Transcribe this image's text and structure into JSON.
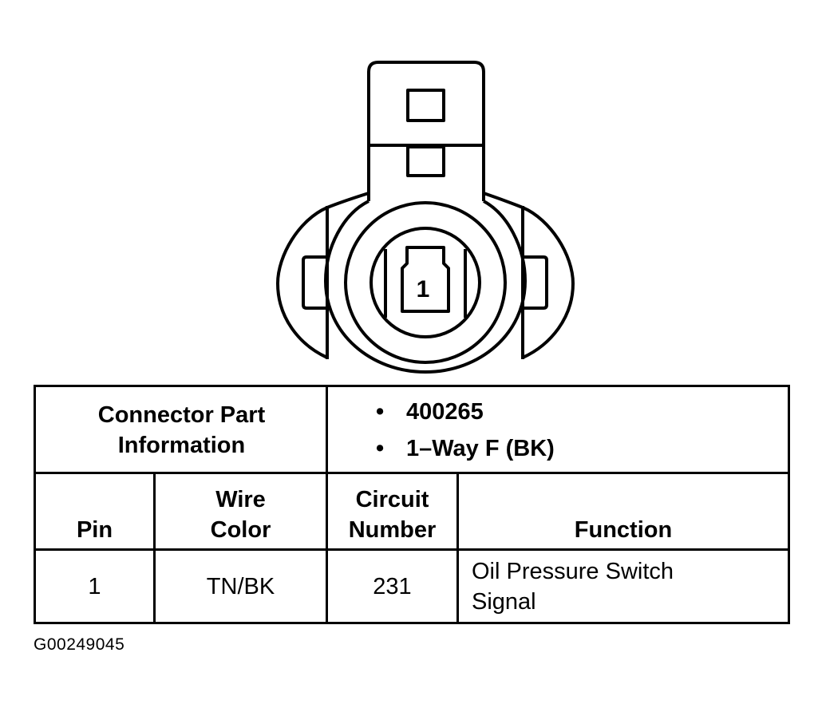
{
  "connector": {
    "cavity_label": "1"
  },
  "part_info": {
    "label_line1": "Connector Part",
    "label_line2": "Information",
    "items": [
      "400265",
      "1–Way F (BK)"
    ]
  },
  "columns": {
    "pin": "Pin",
    "wire_color_line1": "Wire",
    "wire_color_line2": "Color",
    "circuit_line1": "Circuit",
    "circuit_line2": "Number",
    "function": "Function"
  },
  "rows": [
    {
      "pin": "1",
      "wire_color": "TN/BK",
      "circuit": "231",
      "function_line1": "Oil Pressure Switch",
      "function_line2": "Signal"
    }
  ],
  "figure_code": "G00249045"
}
